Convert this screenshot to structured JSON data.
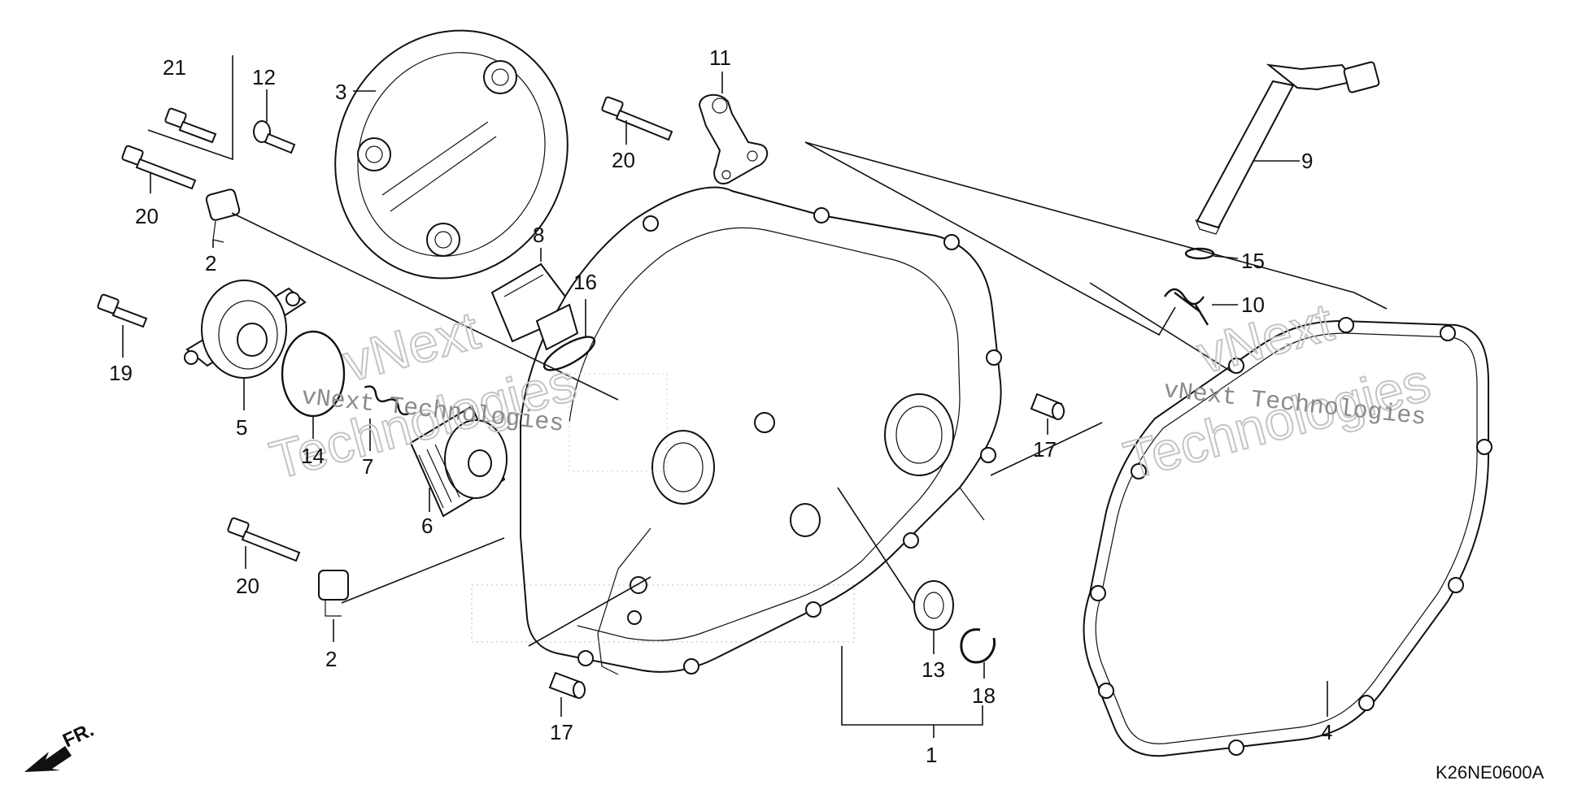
{
  "diagram_code": "K26NE0600A",
  "direction_label": "FR.",
  "watermark": {
    "line1": "vNext Technologies",
    "line2_a": "vNext",
    "line2_b": "Technologies"
  },
  "callouts": {
    "p1": "1",
    "p2a": "2",
    "p2b": "2",
    "p3": "3",
    "p4": "4",
    "p5": "5",
    "p6": "6",
    "p7": "7",
    "p8": "8",
    "p9": "9",
    "p10": "10",
    "p11": "11",
    "p12": "12",
    "p13": "13",
    "p14": "14",
    "p15": "15",
    "p16": "16",
    "p17a": "17",
    "p17b": "17",
    "p18": "18",
    "p19": "19",
    "p20a": "20",
    "p20b": "20",
    "p20c": "20",
    "p21": "21"
  }
}
